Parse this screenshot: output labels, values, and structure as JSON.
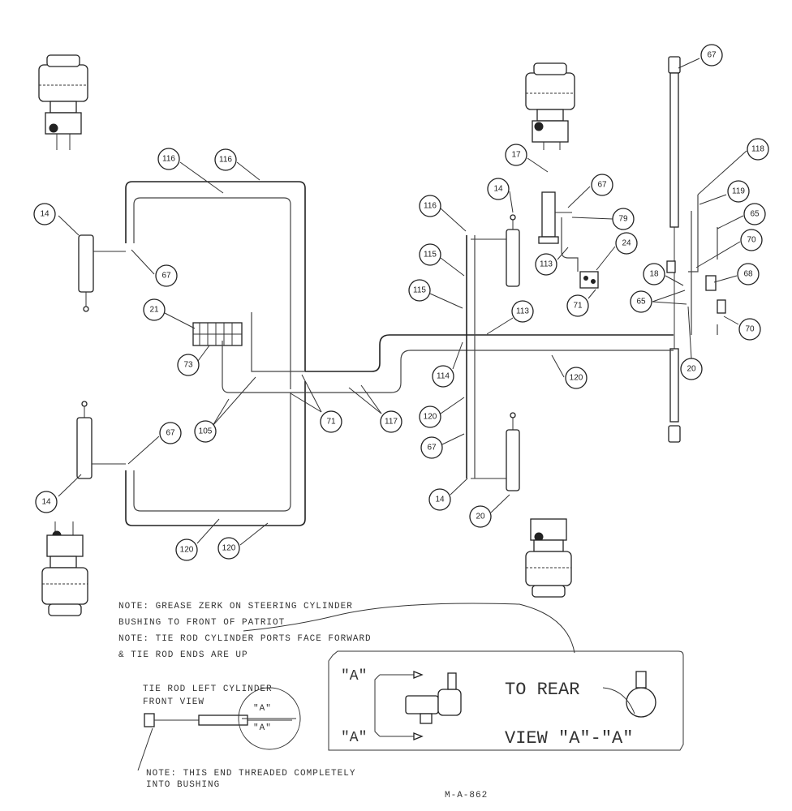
{
  "callouts": [
    "14",
    "116",
    "116",
    "67",
    "21",
    "73",
    "105",
    "71",
    "117",
    "14",
    "67",
    "120",
    "120",
    "17",
    "14",
    "67",
    "116",
    "115",
    "115",
    "113",
    "113",
    "79",
    "24",
    "71",
    "114",
    "120",
    "120",
    "67",
    "14",
    "20",
    "67",
    "118",
    "119",
    "65",
    "70",
    "18",
    "68",
    "65",
    "70",
    "20"
  ],
  "notes": {
    "line1": "NOTE: GREASE ZERK ON STEERING CYLINDER",
    "line2": "BUSHING TO FRONT OF PATRIOT",
    "line3": "NOTE: TIE ROD CYLINDER PORTS FACE FORWARD",
    "line4": "& TIE ROD ENDS ARE UP"
  },
  "tie_rod": {
    "title1": "TIE ROD LEFT CYLINDER",
    "title2": "FRONT VIEW",
    "end_note1": "NOTE: THIS END THREADED COMPLETELY",
    "end_note2": "INTO BUSHING"
  },
  "view_a": {
    "marker_top": "\"A\"",
    "marker_bottom": "\"A\"",
    "to_rear": "TO REAR",
    "view_label": "VIEW \"A\"-\"A\"",
    "small_a": "\"A\"",
    "small_a2": "\"A\""
  },
  "drawing_id": "M-A-862"
}
